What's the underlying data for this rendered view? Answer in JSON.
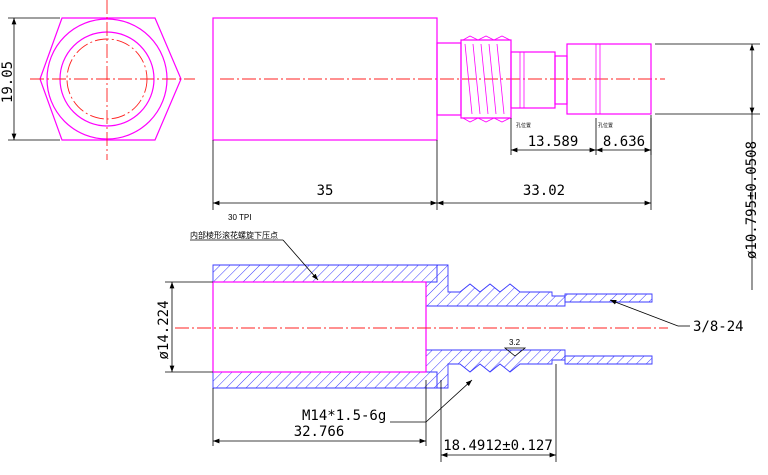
{
  "colors": {
    "part": "#ff00ff",
    "centerline": "#ff2020",
    "dimension": "#000000",
    "hatch": "#3a3aff"
  },
  "labels": {
    "dim_19_05": "19.05",
    "dim_35": "35",
    "dim_33_02": "33.02",
    "dim_13_589": "13.589",
    "dim_8_636": "8.636",
    "dim_10_795": "ø10.795±0.0508",
    "tag_a": "孔位置",
    "tag_b": "孔位置",
    "note_tpi": "30 TPI",
    "note_knurl": "内部棱形滚花螺旋下压点",
    "dim_14_224": "ø14.224",
    "thread_label": "M14*1.5-6g",
    "dim_32_766": "32.766",
    "dim_18_4912": "18.4912±0.127",
    "pipe_label": "3/8-24",
    "rough": "3.2"
  }
}
